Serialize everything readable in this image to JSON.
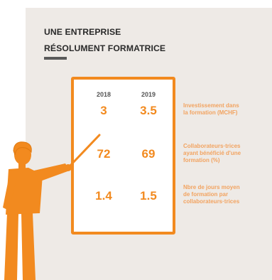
{
  "title": {
    "line1": "UNE ENTREPRISE",
    "line2": "RÉSOLUMENT FORMATRICE"
  },
  "years": [
    "2018",
    "2019"
  ],
  "rows": [
    {
      "values": [
        "3",
        "3.5"
      ],
      "label": [
        "Investissement dans",
        "la formation (MCHF)"
      ]
    },
    {
      "values": [
        "72",
        "69"
      ],
      "label": [
        "Collaborateurs·trices",
        "ayant bénéficié d'une",
        "formation (%)"
      ]
    },
    {
      "values": [
        "1.4",
        "1.5"
      ],
      "label": [
        "Nbre de jours moyen",
        "de formation par",
        "collaborateurs·trices"
      ]
    }
  ],
  "colors": {
    "accent": "#f28a1f",
    "label": "#f2a360",
    "panel": "#eeeae6",
    "title": "#2a2a2a"
  }
}
